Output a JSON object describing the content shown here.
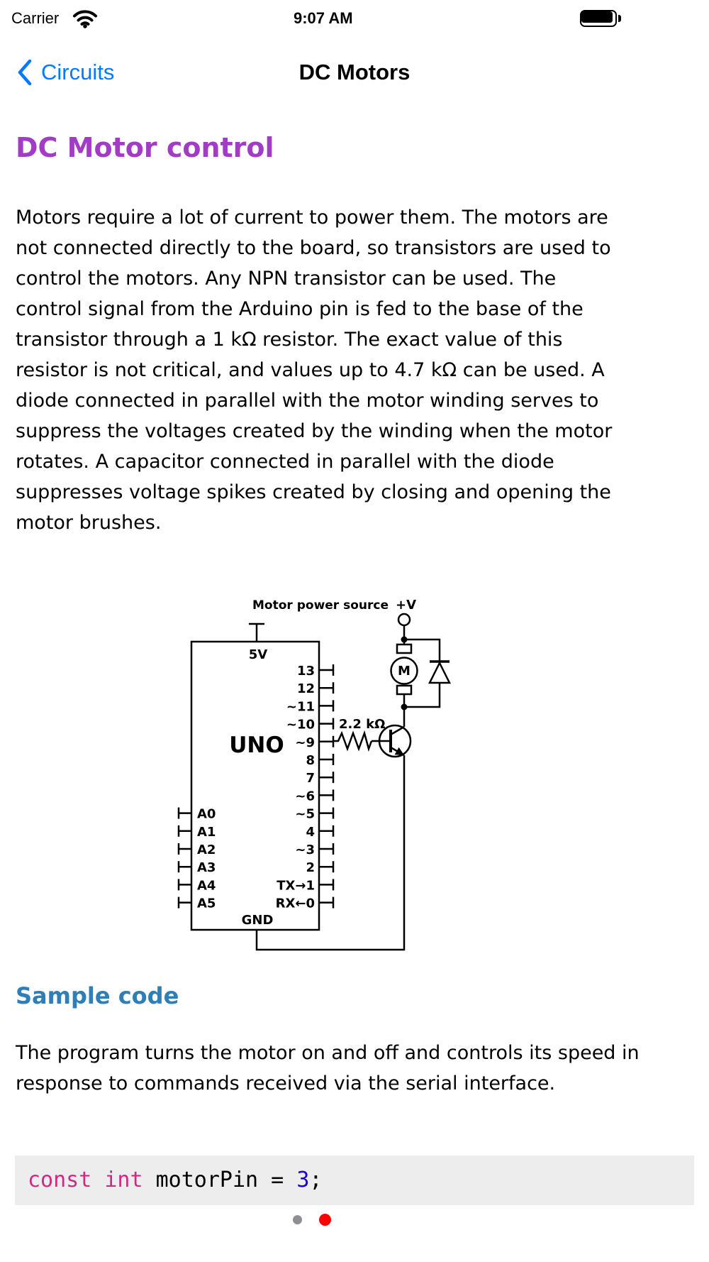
{
  "status_bar": {
    "carrier": "Carrier",
    "time": "9:07 AM",
    "icons": {
      "wifi": "wifi-icon",
      "battery": "battery-full-icon"
    }
  },
  "nav": {
    "back_label": "Circuits",
    "title": "DC Motors",
    "icons": {
      "back": "chevron-left-icon"
    }
  },
  "article": {
    "heading": "DC Motor control",
    "intro": "Motors require a lot of current to power them. The motors are not connected directly to the board, so transistors are used to control the motors. Any NPN transistor can be used. The control signal from the Arduino pin is fed to the base of the transistor through a 1 kΩ resistor. The exact value of this resistor is not critical, and values up to 4.7 kΩ can be used. A diode connected in parallel with the motor winding serves to suppress the voltages created by the winding when the motor rotates. A capacitor connected in parallel with the diode suppresses voltage spikes created by closing and opening the motor brushes.",
    "sample_heading": "Sample code",
    "sample_intro": "The program turns the motor on and off and controls its speed in response to commands received via the serial interface."
  },
  "diagram": {
    "power_label": "Motor power source",
    "power_terminal_label": "+V",
    "board_label": "UNO",
    "supply_pin_label": "5V",
    "ground_pin_label": "GND",
    "resistor_label": "2.2 kΩ",
    "motor_label": "M",
    "right_pins": [
      "13",
      "12",
      "~11",
      "~10",
      "~9",
      "8",
      "7",
      "~6",
      "~5",
      "4",
      "~3",
      "2",
      "TX→1",
      "RX←0"
    ],
    "left_pins": [
      "A0",
      "A1",
      "A2",
      "A3",
      "A4",
      "A5"
    ]
  },
  "code": {
    "kw1": "const",
    "s1": " ",
    "kw2": "int",
    "mid": " motorPin = ",
    "num": "3",
    "semi": ";"
  },
  "page_control": {
    "dots": [
      "inactive",
      "active"
    ]
  },
  "colors": {
    "nav_accent": "#007AFF",
    "heading_purple": "#A23CC4",
    "subheading_blue": "#2E7EB8",
    "code_background": "#EDEDED",
    "keyword_pink": "#CC2B83",
    "number_blue": "#1C01CE",
    "active_dot_red": "#FF0000",
    "inactive_dot_gray": "#8E8E93",
    "diagram_ink": "#000000"
  }
}
